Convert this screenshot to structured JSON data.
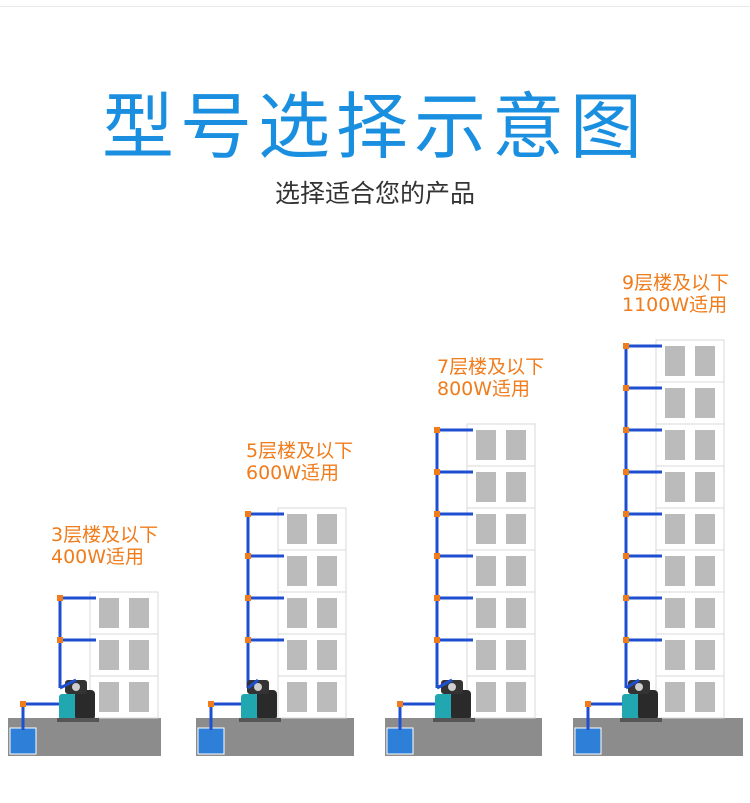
{
  "header": {
    "title": "型号选择示意图",
    "subtitle": "选择适合您的产品"
  },
  "colors": {
    "title": "#1a8fe0",
    "caption": "#f07c1c",
    "pipe": "#1f4fd1",
    "pipe_joint": "#f07c1c",
    "ground": "#8c8c8c",
    "water": "#2d7fd8",
    "building_window": "#bbbbbb",
    "pump": "#21a7b0"
  },
  "models": [
    {
      "floors": 3,
      "caption_line1": "3层楼及以下",
      "caption_line2": "400W适用"
    },
    {
      "floors": 5,
      "caption_line1": "5层楼及以下",
      "caption_line2": "600W适用"
    },
    {
      "floors": 7,
      "caption_line1": "7层楼及以下",
      "caption_line2": "800W适用"
    },
    {
      "floors": 9,
      "caption_line1": "9层楼及以下",
      "caption_line2": "1100W适用"
    }
  ]
}
